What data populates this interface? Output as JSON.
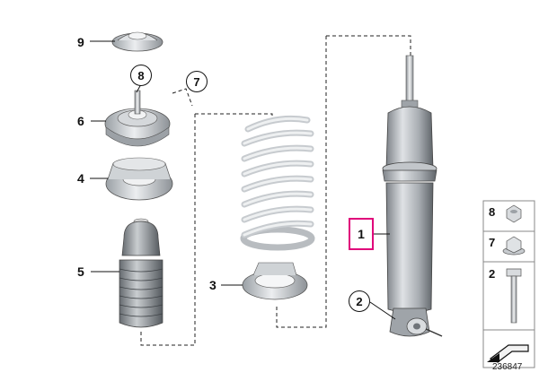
{
  "callouts": {
    "part_9": "9",
    "part_8": "8",
    "part_7": "7",
    "part_6": "6",
    "part_4": "4",
    "part_5": "5",
    "part_3": "3",
    "part_1": "1",
    "part_2": "2"
  },
  "legend": {
    "items": [
      "8",
      "7",
      "2"
    ]
  },
  "diagram_id": "236847",
  "colors": {
    "part_light": "#e6e8ea",
    "part_mid": "#b9bdc1",
    "part_dark": "#6f7479",
    "highlight": "#e0007a"
  }
}
